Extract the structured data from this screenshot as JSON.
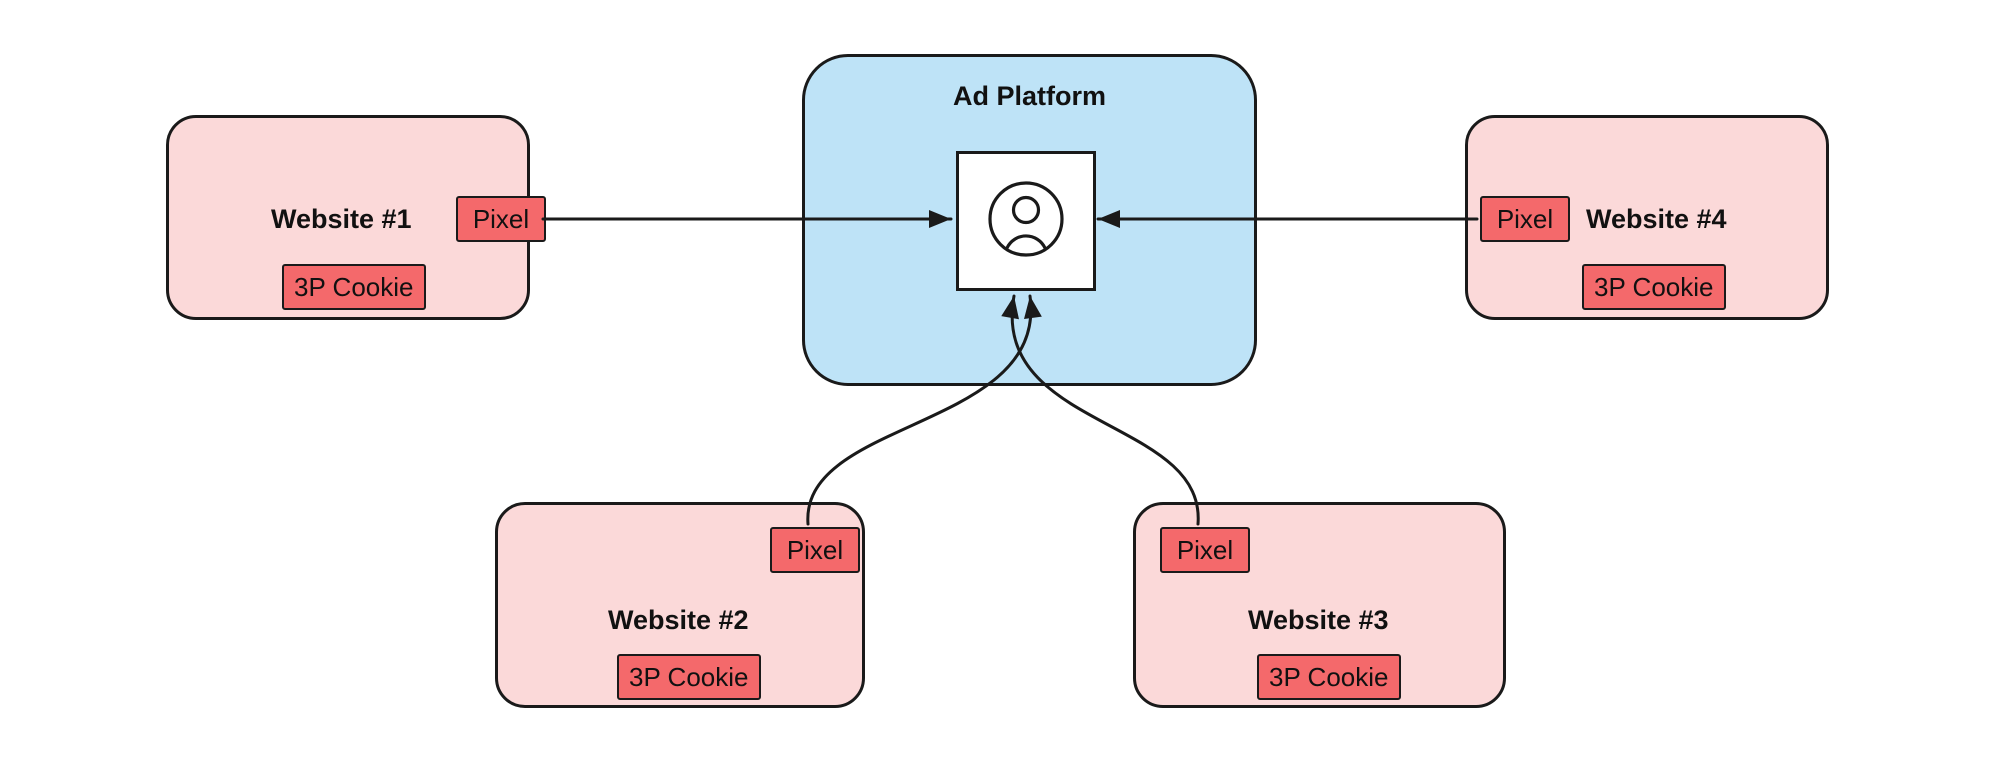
{
  "platform": {
    "label": "Ad Platform",
    "icon": "user-icon"
  },
  "websites": [
    {
      "label": "Website #1",
      "pixel": "Pixel",
      "cookie": "3P Cookie"
    },
    {
      "label": "Website #2",
      "pixel": "Pixel",
      "cookie": "3P Cookie"
    },
    {
      "label": "Website #3",
      "pixel": "Pixel",
      "cookie": "3P Cookie"
    },
    {
      "label": "Website #4",
      "pixel": "Pixel",
      "cookie": "3P Cookie"
    }
  ],
  "edges": [
    {
      "from": "website-1-pixel",
      "to": "ad-platform-user",
      "style": "straight",
      "direction": "right"
    },
    {
      "from": "website-4-pixel",
      "to": "ad-platform-user",
      "style": "straight",
      "direction": "left"
    },
    {
      "from": "website-2-pixel",
      "to": "ad-platform-user",
      "style": "curved",
      "direction": "up"
    },
    {
      "from": "website-3-pixel",
      "to": "ad-platform-user",
      "style": "curved",
      "direction": "up"
    }
  ],
  "colors": {
    "website_fill": "#fbd9d9",
    "platform_fill": "#bee3f7",
    "badge_fill": "#f4696b",
    "stroke": "#1a1a1a",
    "background": "#ffffff"
  }
}
